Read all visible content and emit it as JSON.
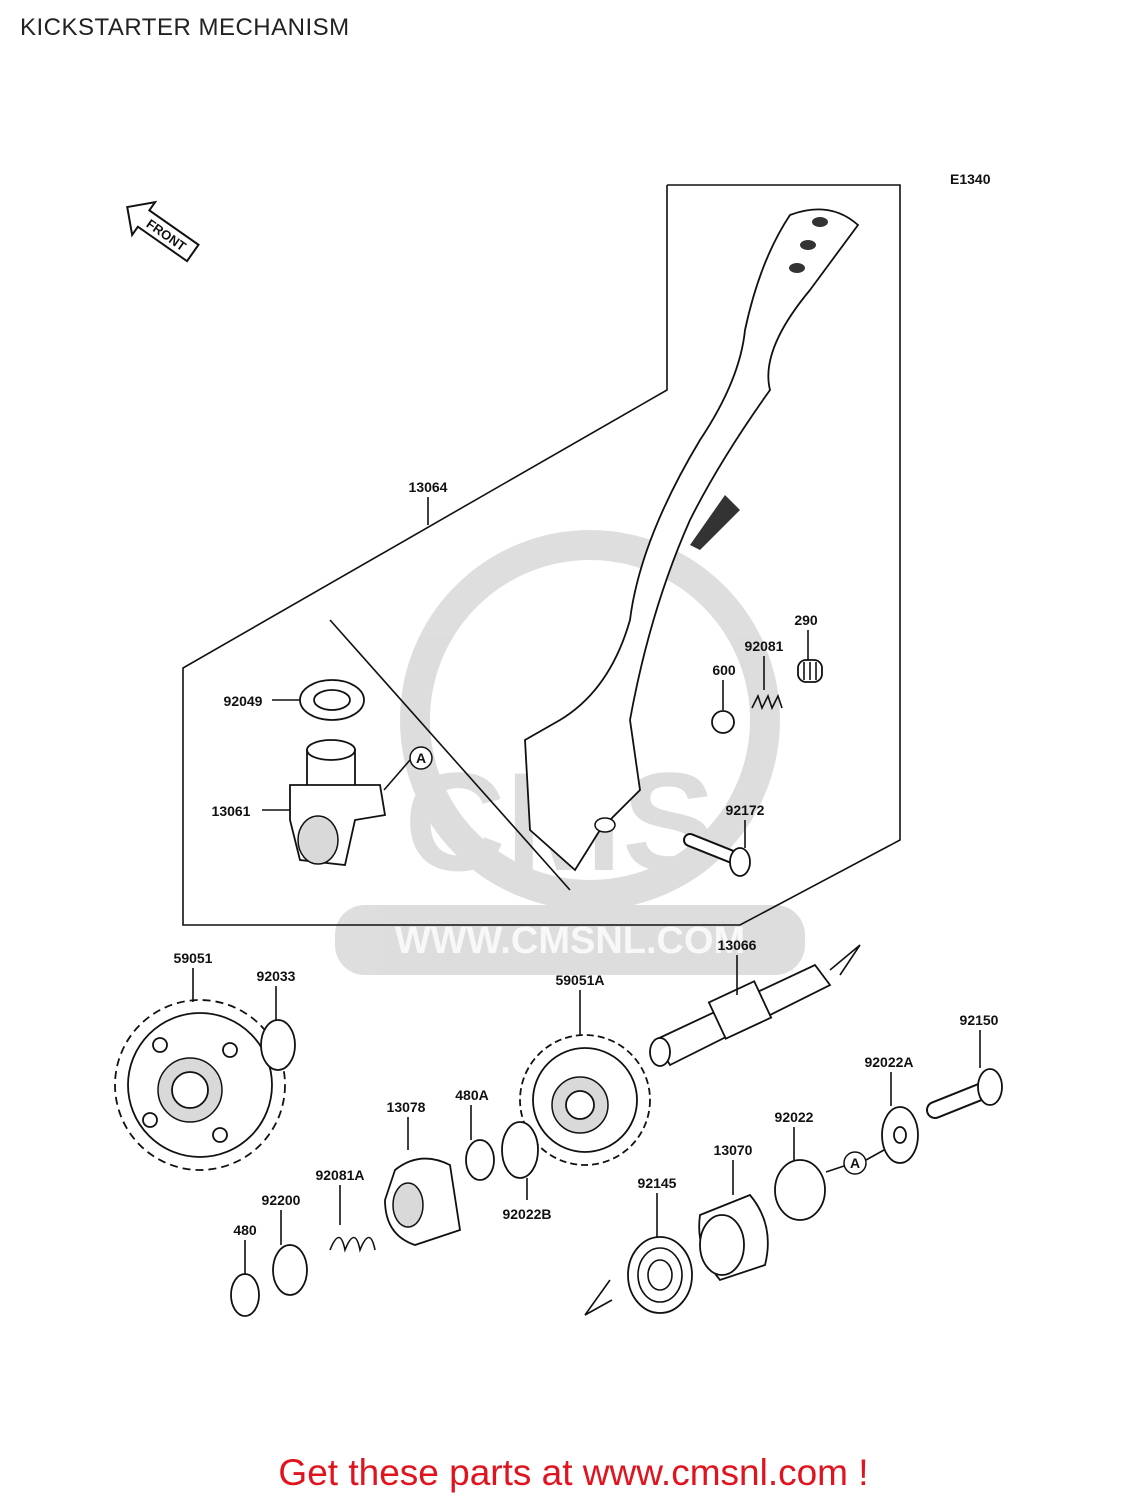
{
  "page": {
    "title": "KICKSTARTER MECHANISM",
    "diagram_code": "E1340",
    "front_indicator": "FRONT",
    "watermark_text": "CMS",
    "watermark_url": "WWW.CMSNL.COM",
    "footer": "Get these parts at www.cmsnl.com !",
    "footer_color": "#e0141e"
  },
  "callouts": {
    "ref_a_1": "A",
    "ref_a_2": "A"
  },
  "parts": [
    {
      "number": "13064"
    },
    {
      "number": "92049"
    },
    {
      "number": "13061"
    },
    {
      "number": "290"
    },
    {
      "number": "92081"
    },
    {
      "number": "600"
    },
    {
      "number": "92172"
    },
    {
      "number": "59051"
    },
    {
      "number": "92033"
    },
    {
      "number": "13066"
    },
    {
      "number": "59051A"
    },
    {
      "number": "92150"
    },
    {
      "number": "92022A"
    },
    {
      "number": "13078"
    },
    {
      "number": "480A"
    },
    {
      "number": "92022"
    },
    {
      "number": "13070"
    },
    {
      "number": "92081A"
    },
    {
      "number": "92200"
    },
    {
      "number": "92022B"
    },
    {
      "number": "92145"
    },
    {
      "number": "480"
    }
  ]
}
